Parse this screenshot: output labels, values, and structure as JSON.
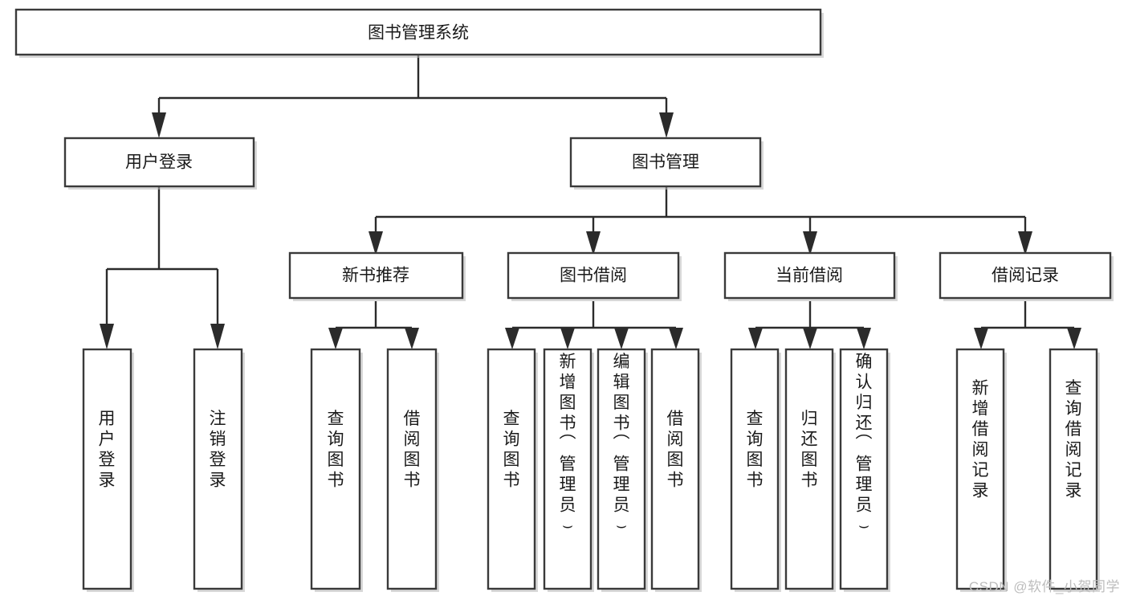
{
  "diagram": {
    "title": "图书管理系统",
    "type": "tree-hierarchy",
    "root": {
      "id": "root",
      "label": "图书管理系统",
      "orientation": "horizontal"
    },
    "level1": [
      {
        "id": "user-login",
        "label": "用户登录",
        "orientation": "horizontal"
      },
      {
        "id": "book-manage",
        "label": "图书管理",
        "orientation": "horizontal"
      }
    ],
    "level2": [
      {
        "id": "new-book-rec",
        "label": "新书推荐",
        "parent": "book-manage",
        "orientation": "horizontal"
      },
      {
        "id": "book-borrow",
        "label": "图书借阅",
        "parent": "book-manage",
        "orientation": "horizontal"
      },
      {
        "id": "current-borrow",
        "label": "当前借阅",
        "parent": "book-manage",
        "orientation": "horizontal"
      },
      {
        "id": "borrow-record",
        "label": "借阅记录",
        "parent": "book-manage",
        "orientation": "horizontal"
      }
    ],
    "leaves": [
      {
        "id": "leaf-user-login",
        "label": "用户登录",
        "parent": "user-login",
        "orientation": "vertical"
      },
      {
        "id": "leaf-logout",
        "label": "注销登录",
        "parent": "user-login",
        "orientation": "vertical"
      },
      {
        "id": "leaf-query-book-1",
        "label": "查询图书",
        "parent": "new-book-rec",
        "orientation": "vertical"
      },
      {
        "id": "leaf-borrow-book-1",
        "label": "借阅图书",
        "parent": "new-book-rec",
        "orientation": "vertical"
      },
      {
        "id": "leaf-query-book-2",
        "label": "查询图书",
        "parent": "book-borrow",
        "orientation": "vertical"
      },
      {
        "id": "leaf-add-book",
        "label": "新增图书（管理员）",
        "parent": "book-borrow",
        "orientation": "vertical"
      },
      {
        "id": "leaf-edit-book",
        "label": "编辑图书（管理员）",
        "parent": "book-borrow",
        "orientation": "vertical"
      },
      {
        "id": "leaf-borrow-book-2",
        "label": "借阅图书",
        "parent": "book-borrow",
        "orientation": "vertical"
      },
      {
        "id": "leaf-query-book-3",
        "label": "查询图书",
        "parent": "current-borrow",
        "orientation": "vertical"
      },
      {
        "id": "leaf-return-book",
        "label": "归还图书",
        "parent": "current-borrow",
        "orientation": "vertical"
      },
      {
        "id": "leaf-confirm-return",
        "label": "确认归还（管理员）",
        "parent": "current-borrow",
        "orientation": "vertical"
      },
      {
        "id": "leaf-add-record",
        "label": "新增借阅记录",
        "parent": "borrow-record",
        "orientation": "vertical"
      },
      {
        "id": "leaf-query-record",
        "label": "查询借阅记录",
        "parent": "borrow-record",
        "orientation": "vertical"
      }
    ],
    "colors": {
      "box_fill": "#ffffff",
      "box_stroke": "#3a3a3a",
      "line": "#2b2b2b",
      "text": "#1a1a1a",
      "watermark": "#bdbdbd",
      "background": "#ffffff"
    }
  },
  "watermark": {
    "text": "CSDN @软件_小贺同学"
  }
}
